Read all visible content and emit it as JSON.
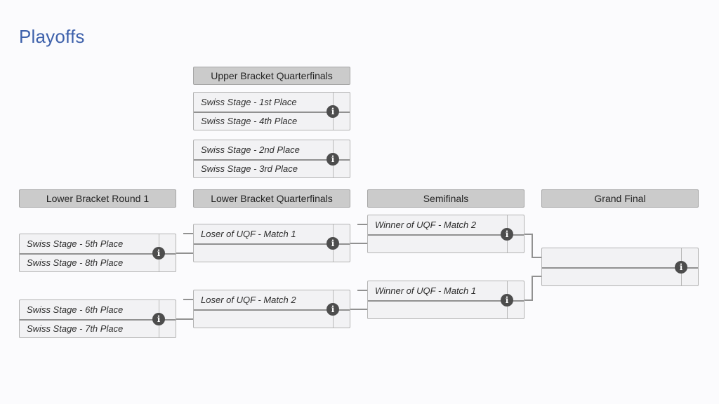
{
  "page": {
    "title": "Playoffs"
  },
  "colors": {
    "title_accent": "#3e61ab",
    "round_header_bg": "#cbcbcb",
    "match_box_bg": "#f2f2f4",
    "match_border": "#b3b3b3",
    "connector": "#919191",
    "info_icon_bg": "#4d4d4d",
    "background": "#fbfbfd"
  },
  "rounds": {
    "ubqf": "Upper Bracket Quarterfinals",
    "lbr1": "Lower Bracket Round 1",
    "lbqf": "Lower Bracket Quarterfinals",
    "sf": "Semifinals",
    "gf": "Grand Final"
  },
  "matches": {
    "ubqf1": {
      "top": "Swiss Stage - 1st Place",
      "bottom": "Swiss Stage - 4th Place"
    },
    "ubqf2": {
      "top": "Swiss Stage - 2nd Place",
      "bottom": "Swiss Stage - 3rd Place"
    },
    "lbr1_1": {
      "top": "Swiss Stage - 5th Place",
      "bottom": "Swiss Stage - 8th Place"
    },
    "lbr1_2": {
      "top": "Swiss Stage - 6th Place",
      "bottom": "Swiss Stage - 7th Place"
    },
    "lbqf1": {
      "top": "Loser of UQF - Match 1",
      "bottom": ""
    },
    "lbqf2": {
      "top": "Loser of UQF - Match 2",
      "bottom": ""
    },
    "sf1": {
      "top": "Winner of UQF - Match 2",
      "bottom": ""
    },
    "sf2": {
      "top": "Winner of UQF - Match 1",
      "bottom": ""
    },
    "gf": {
      "top": "",
      "bottom": ""
    }
  },
  "icons": {
    "info_glyph": "i"
  }
}
